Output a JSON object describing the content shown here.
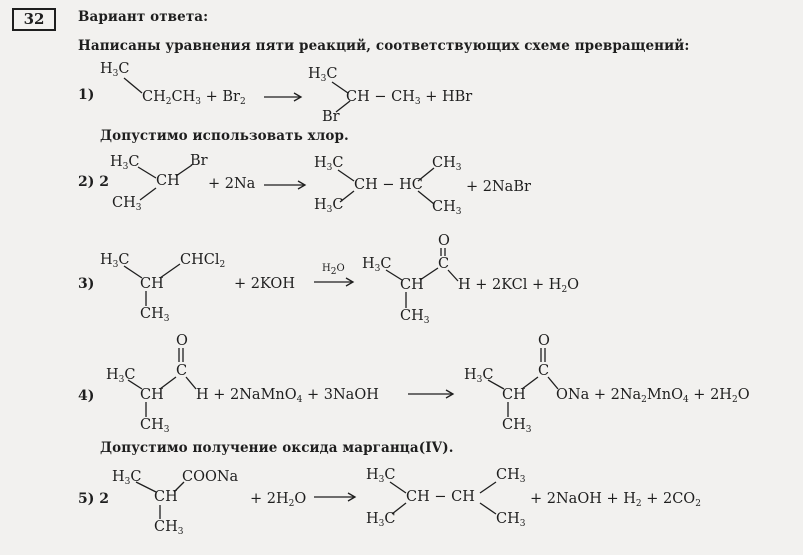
{
  "task_number": "32",
  "header": {
    "title": "Вариант ответа:",
    "subtitle": "Написаны уравнения пяти реакций, соответствующих схеме превращений:"
  },
  "notes": {
    "after_1": "Допустимо использовать хлор.",
    "after_4": "Допустимо получение оксида марганца(IV)."
  },
  "reactions": [
    {
      "label": "1)",
      "reactant_h3c": "H3C",
      "reactant_chain": "CH2CH3 + Br2",
      "product_h3c": "H3C",
      "product_center": "CH − CH3 + HBr",
      "product_br": "Br"
    },
    {
      "label": "2) 2",
      "r_h3c": "H3C",
      "r_ch": "CH",
      "r_br": "Br",
      "r_ch3": "CH3",
      "plus": "+ 2Na",
      "p_h3c_top": "H3C",
      "p_core": "CH − HC",
      "p_ch3_top": "CH3",
      "p_h3c_bot": "H3C",
      "p_ch3_bot": "CH3",
      "p_tail": "+ 2NaBr"
    },
    {
      "label": "3)",
      "r_h3c": "H3C",
      "r_chcl2": "CHCl2",
      "r_ch": "CH",
      "r_ch3": "CH3",
      "plus": "+ 2KOH",
      "arrow_label": "H2O",
      "p_o": "O",
      "p_h3c": "H3C",
      "p_c": "C",
      "p_ch": "CH",
      "p_tail": "H + 2KCl + H2O",
      "p_ch3": "CH3"
    },
    {
      "label": "4)",
      "r_o": "O",
      "r_h3c": "H3C",
      "r_c": "C",
      "r_ch": "CH",
      "r_mid": "H + 2NaMnO4 + 3NaOH",
      "r_ch3": "CH3",
      "p_o": "O",
      "p_h3c": "H3C",
      "p_c": "C",
      "p_ch": "CH",
      "p_tail": "ONa + 2Na2MnO4 + 2H2O",
      "p_ch3": "CH3"
    },
    {
      "label": "5) 2",
      "r_h3c": "H3C",
      "r_coona": "COONa",
      "r_ch": "CH",
      "r_ch3": "CH3",
      "plus": "+ 2H2O",
      "p_h3c_top": "H3C",
      "p_core": "CH − CH",
      "p_ch3_top": "CH3",
      "p_h3c_bot": "H3C",
      "p_ch3_bot": "CH3",
      "p_tail": "+ 2NaOH + H2 + 2CO2"
    }
  ]
}
